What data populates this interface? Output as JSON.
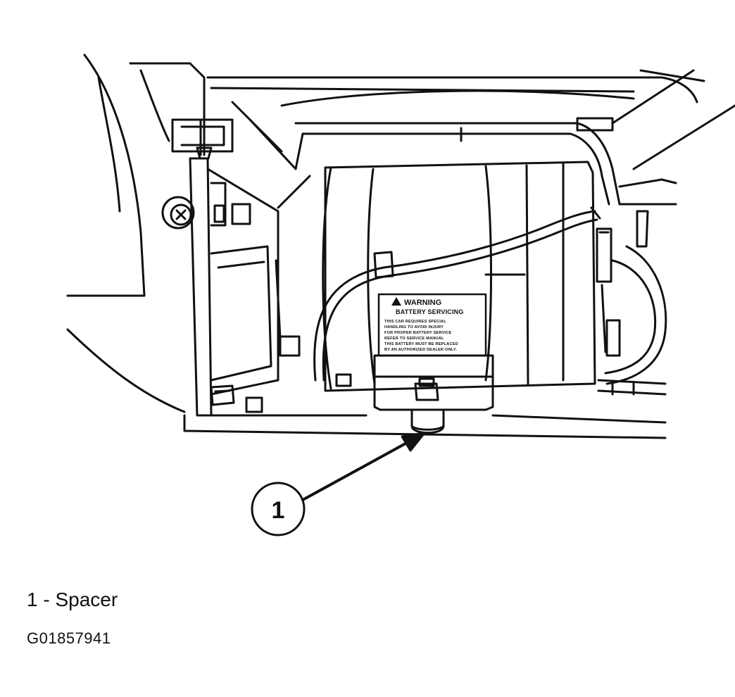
{
  "diagram": {
    "callout_number": "1",
    "legend_text": "1 - Spacer",
    "figure_id": "G01857941",
    "warning_label": {
      "title": "WARNING",
      "subtitle": "BATTERY SERVICING",
      "lines": [
        "THIS CAR REQUIRES SPECIAL",
        "HANDLING TO AVOID INJURY",
        "FOR PROPER BATTERY SERVICE",
        "REFER TO SERVICE MANUAL",
        "THIS BATTERY MUST BE REPLACED",
        "BY AN AUTHORIZED DEALER ONLY."
      ]
    },
    "colors": {
      "line": "#111111",
      "background": "#ffffff"
    }
  }
}
